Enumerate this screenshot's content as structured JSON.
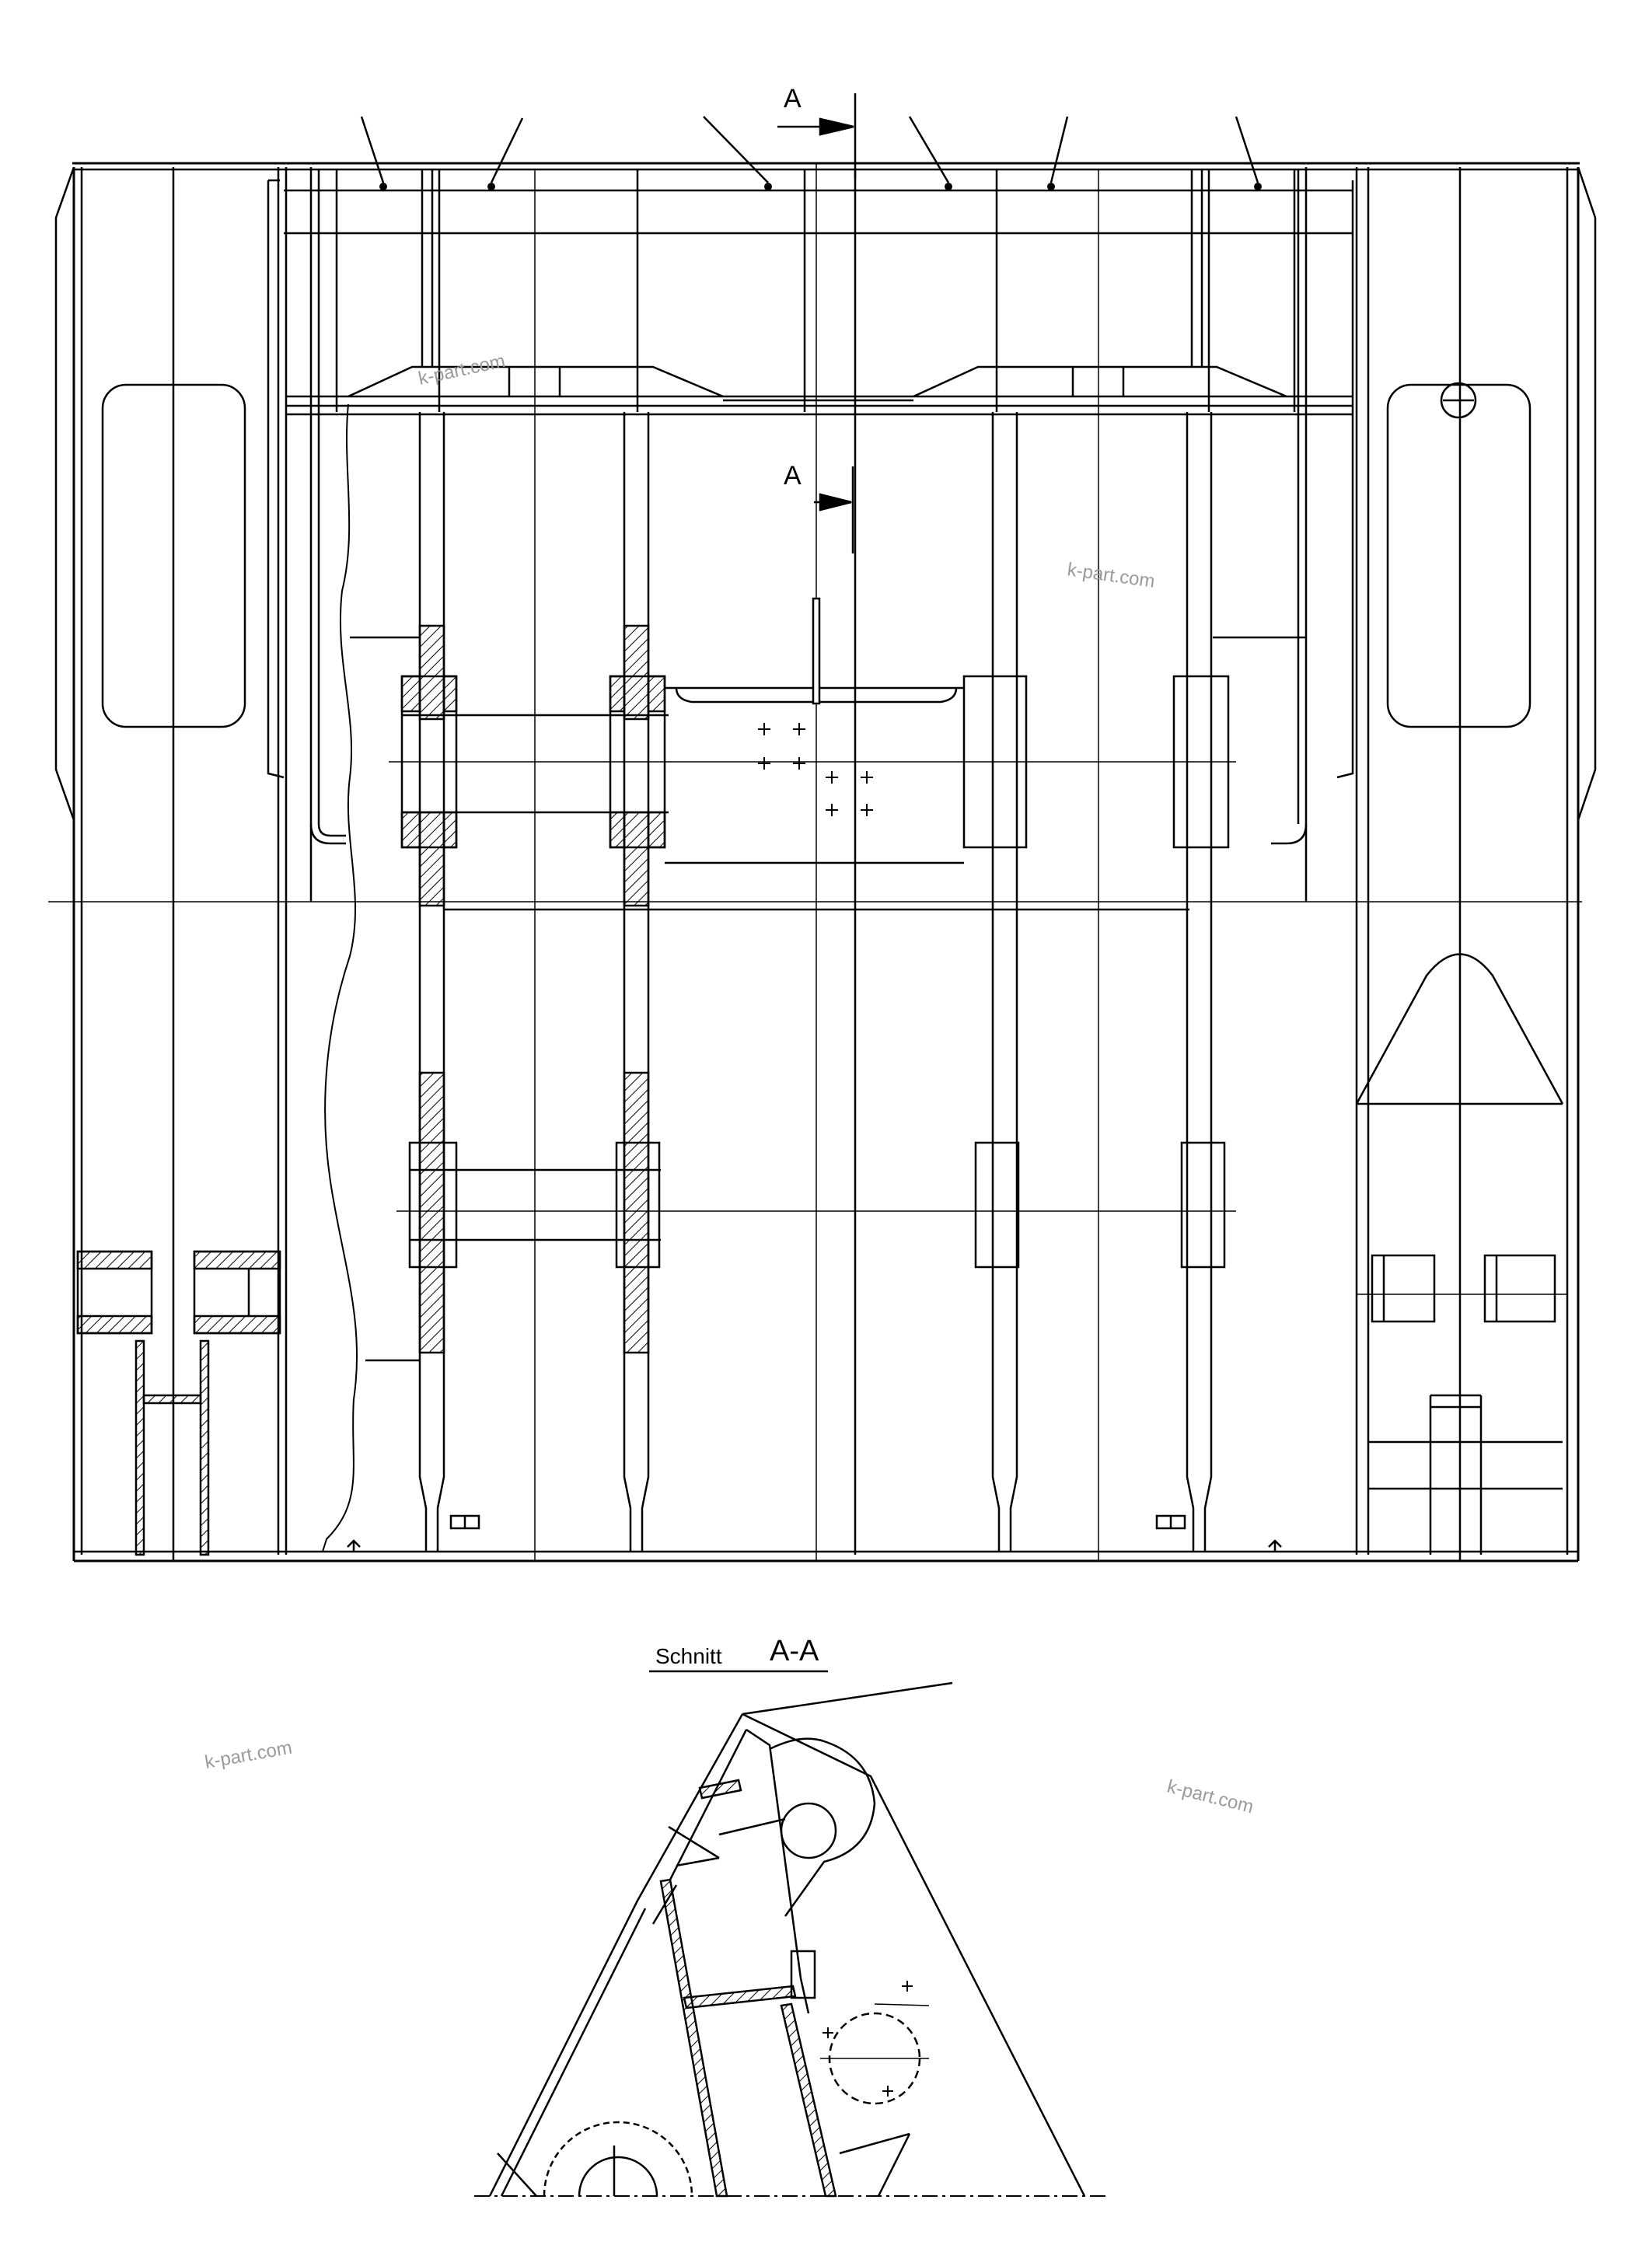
{
  "section_marker_top": "A",
  "section_marker_mid": "A",
  "section_title": {
    "prefix": "Schnitt",
    "label": "A-A"
  },
  "watermarks": [
    "k-part.com",
    "k-part.com",
    "k-part.com",
    "k-part.com"
  ],
  "colors": {
    "line": "#000000",
    "watermark": "#9a9a9a",
    "background": "#ffffff"
  }
}
